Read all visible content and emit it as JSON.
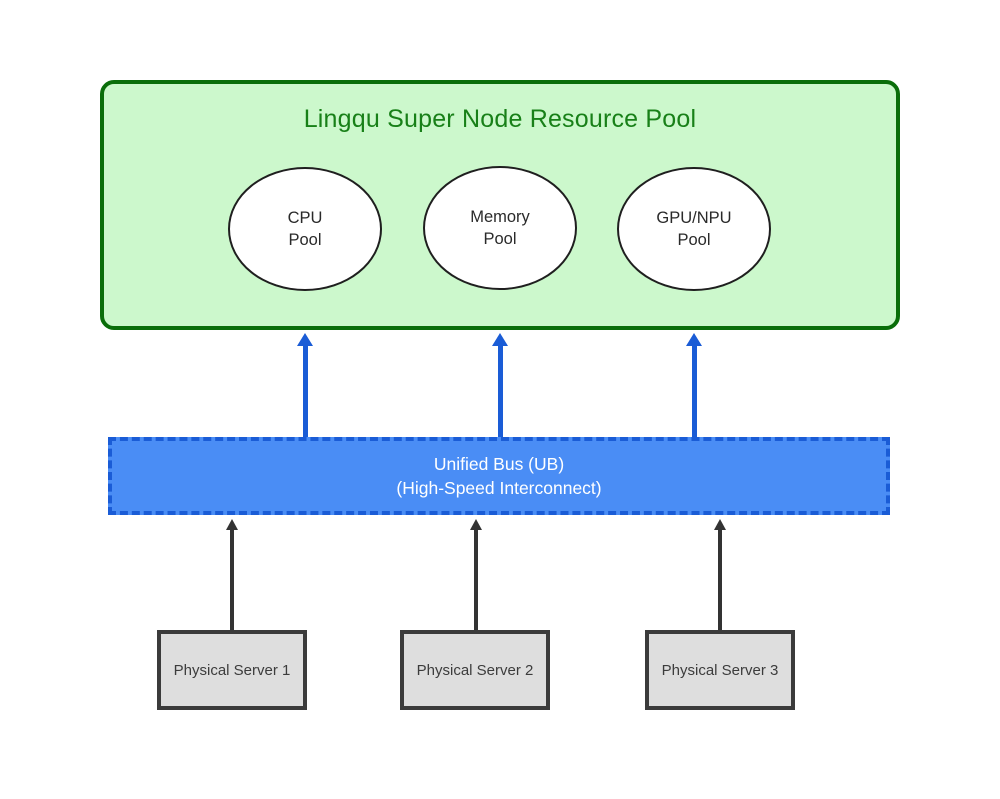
{
  "resource_pool": {
    "title": "Lingqu Super Node Resource Pool",
    "pools": [
      {
        "line1": "CPU",
        "line2": "Pool"
      },
      {
        "line1": "Memory",
        "line2": "Pool"
      },
      {
        "line1": "GPU/NPU",
        "line2": "Pool"
      }
    ]
  },
  "bus": {
    "line1": "Unified Bus (UB)",
    "line2": "(High-Speed Interconnect)"
  },
  "servers": [
    "Physical Server 1",
    "Physical Server 2",
    "Physical Server 3"
  ],
  "colors": {
    "pool_fill": "#ccf8cc",
    "pool_border": "#0a6e0a",
    "pool_title_text": "#188018",
    "node_fill": "#ffffff",
    "node_border": "#1f1f1f",
    "bus_fill": "#4a8df5",
    "bus_border": "#1a5cd6",
    "bus_text": "#ffffff",
    "bus_arrow": "#1a5cd6",
    "server_arrow": "#333333",
    "server_fill": "#dedede",
    "server_border": "#3b3b3b",
    "server_text": "#3c3c3c"
  }
}
